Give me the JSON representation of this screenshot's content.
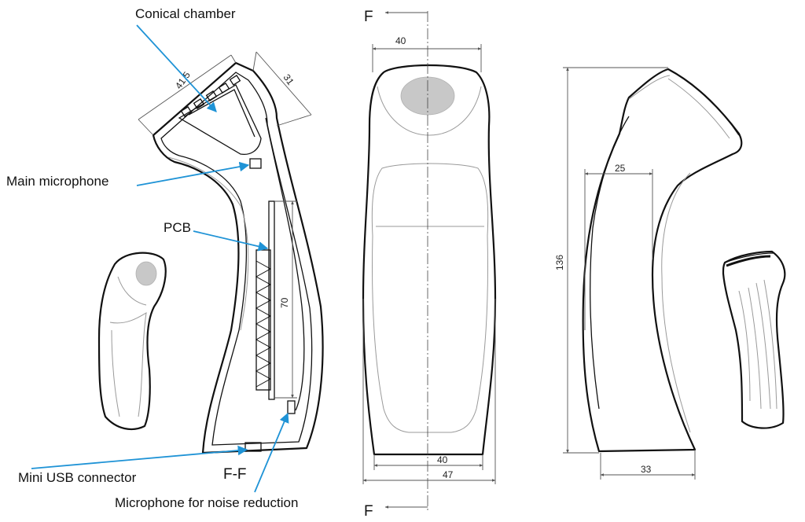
{
  "callouts": {
    "conical_chamber": "Conical chamber",
    "main_microphone": "Main microphone",
    "pcb": "PCB",
    "mini_usb": "Mini USB connector",
    "noise_mic": "Microphone for noise reduction"
  },
  "section": {
    "marker_top": "F",
    "marker_bottom": "F",
    "section_label": "F-F"
  },
  "dimensions": {
    "chamber_width": "41.5",
    "chamber_depth": "31",
    "pcb_length": "70",
    "front_top_width": "40",
    "front_bottom_inner": "40",
    "front_bottom_outer": "47",
    "side_height": "136",
    "side_grip_depth": "25",
    "side_base_depth": "33"
  },
  "colors": {
    "leader": "#1f93d6",
    "mic_gray": "#c8c8c8"
  }
}
